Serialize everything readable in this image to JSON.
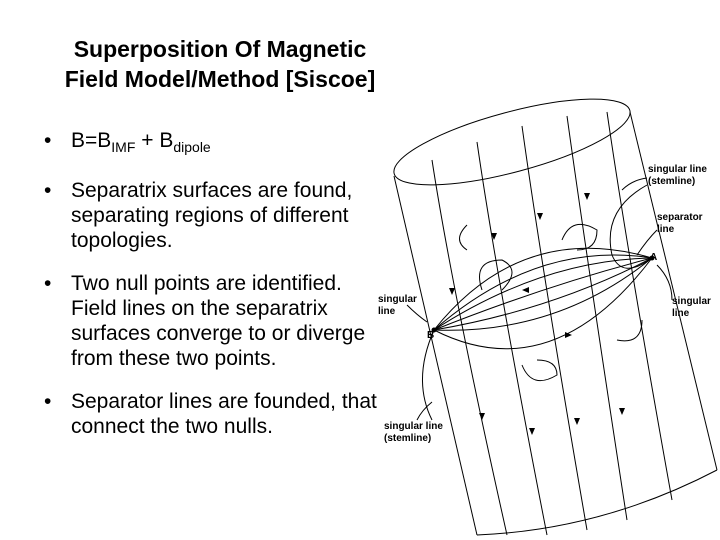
{
  "slide": {
    "title_line1": "Superposition Of Magnetic",
    "title_line2": "Field Model/Method [Siscoe]"
  },
  "bullets": [
    {
      "prefix": "B=B",
      "sub1": "IMF",
      "mid": " + B",
      "sub2": "dipole"
    },
    {
      "text": "Separatrix surfaces are found, separating regions of different topologies."
    },
    {
      "text": "Two null points are identified. Field lines on the separatrix surfaces converge to or diverge from these two points."
    },
    {
      "text": "Separator lines are founded, that connect the two nulls."
    }
  ],
  "diagram": {
    "labels": {
      "singular_top_1": "singular line",
      "singular_top_2": "(stemline)",
      "separator_1": "separator",
      "separator_2": "line",
      "null_a": "A",
      "null_b": "B",
      "singular_left_1": "singular",
      "singular_left_2": "line",
      "singular_right_1": "singular",
      "singular_right_2": "line",
      "singular_bottom_1": "singular line",
      "singular_bottom_2": "(stemline)"
    }
  }
}
